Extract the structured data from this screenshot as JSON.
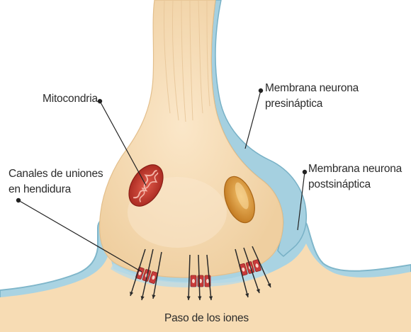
{
  "labels": {
    "mitochondria": "Mitocondria",
    "presynaptic_line1": "Membrana neurona",
    "presynaptic_line2": "presináptica",
    "postsynaptic_line1": "Membrana neurona",
    "postsynaptic_line2": "postsináptica",
    "gap_junction_line1": "Canales de uniones",
    "gap_junction_line2": "en hendidura",
    "ion_flow": "Paso de los iones"
  },
  "colors": {
    "cytoplasm": "#f6dcb4",
    "membrane_blue": "#9ccbdc",
    "mitochondria_red": "#c0392b",
    "mitochondria_orange": "#d98a2e",
    "channel_red": "#c83a3a",
    "arrow": "#2a2a2a",
    "pointer": "#222222"
  }
}
